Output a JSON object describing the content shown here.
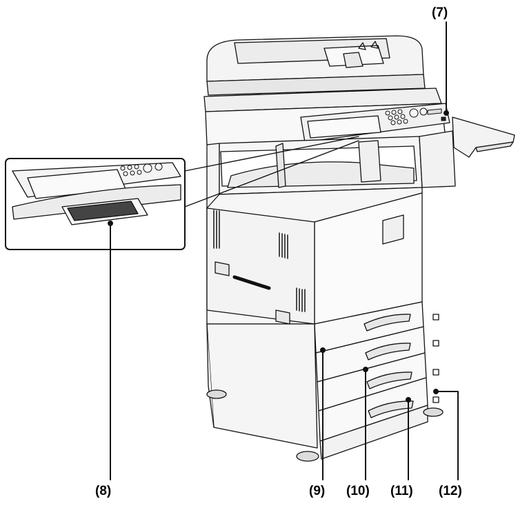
{
  "callouts": {
    "c7": "(7)",
    "c8": "(8)",
    "c9": "(9)",
    "c10": "(10)",
    "c11": "(11)",
    "c12": "(12)"
  },
  "colors": {
    "line": "#111111",
    "body": "#f7f7f7",
    "shade": "#e4e4e4",
    "dark": "#222222"
  }
}
